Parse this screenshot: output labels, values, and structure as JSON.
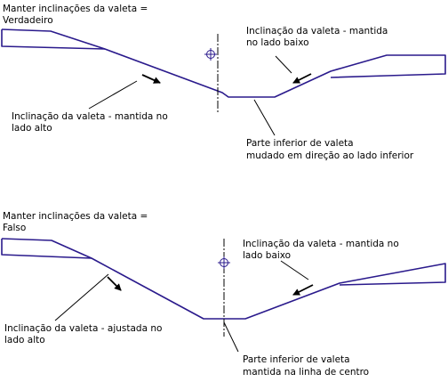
{
  "colors": {
    "section": "#2a1a8c",
    "leader": "#000000",
    "background": "#ffffff"
  },
  "top": {
    "setting_line1": "Manter inclinações da valeta =",
    "setting_line2": "Verdadeiro",
    "right_note_line1": "Inclinação da valeta - mantida",
    "right_note_line2": "no lado baixo",
    "left_note_line1": "Inclinação da valeta - mantida no",
    "left_note_line2": "lado alto",
    "bottom_note_line1": "Parte inferior de valeta",
    "bottom_note_line2": "mudado em direção ao lado inferior"
  },
  "bottom": {
    "setting_line1": "Manter inclinações da valeta =",
    "setting_line2": "Falso",
    "right_note_line1": "Inclinação da valeta - mantida no",
    "right_note_line2": "lado baixo",
    "left_note_line1": "Inclinação da valeta - ajustada no",
    "left_note_line2": "lado alto",
    "bottom_note_line1": "Parte inferior de valeta",
    "bottom_note_line2": "mantida na linha de centro"
  },
  "icons": [
    "centerline-icon",
    "direction-arrow-icon"
  ]
}
